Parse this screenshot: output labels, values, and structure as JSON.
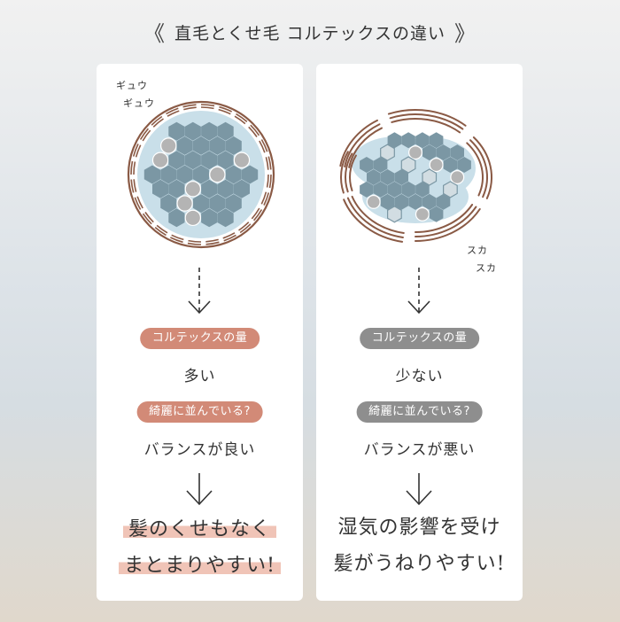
{
  "title": {
    "bracket_left": "《",
    "text": "直毛とくせ毛 コルテックスの違い",
    "bracket_right": "》"
  },
  "left": {
    "onomatopoeia": [
      "ギュウ",
      "ギュウ"
    ],
    "pill1": "コルテックスの量",
    "value1": "多い",
    "pill2": "綺麗に並んでいる?",
    "value2": "バランスが良い",
    "conclusion": [
      "髪のくせもなく",
      "まとまりやすい!"
    ],
    "accent": "#d28a77"
  },
  "right": {
    "onomatopoeia": [
      "スカ",
      "スカ"
    ],
    "pill1": "コルテックスの量",
    "value1": "少ない",
    "pill2": "綺麗に並んでいる?",
    "value2": "バランスが悪い",
    "conclusion": [
      "湿気の影響を受け",
      "髪がうねりやすい!"
    ],
    "accent": "#8e8e8e"
  },
  "colors": {
    "hexagon": "#7b97a4",
    "hexagon_light": "#d2dde2",
    "circle_gray": "#b4b4b4",
    "cuticle": "#8a5a45",
    "fill": "#c9dfe9",
    "highlight": "#f0c4b7"
  }
}
